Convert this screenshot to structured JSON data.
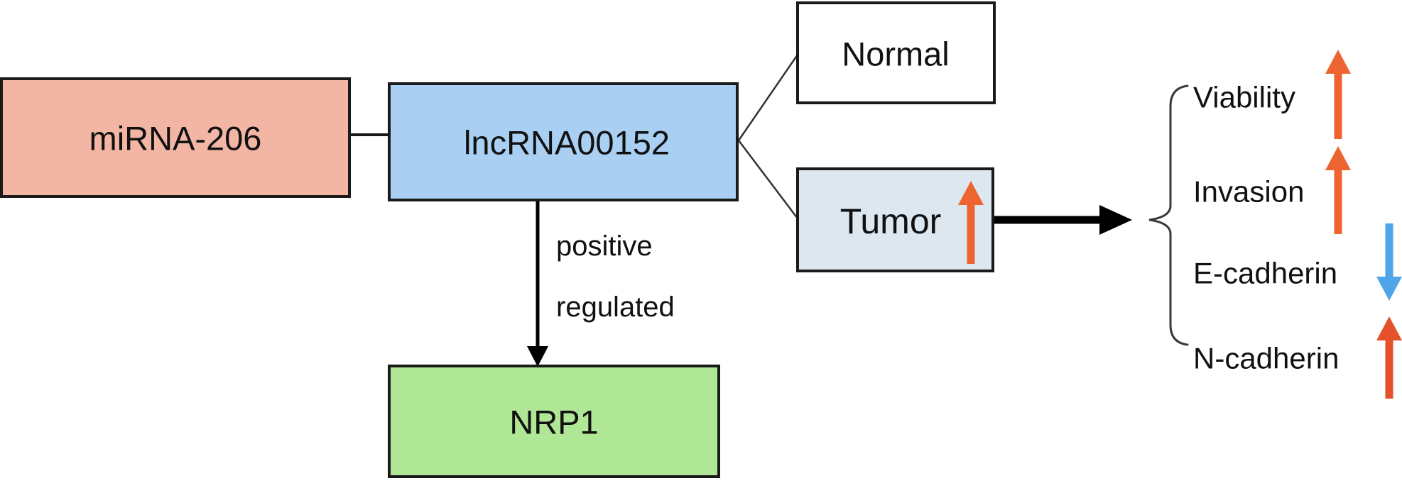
{
  "figure": {
    "title": "lncRNA00152 pathway diagram",
    "background_color": "#ffffff",
    "nodes": {
      "mirna": {
        "label": "miRNA-206",
        "fill": "#F4B6A4"
      },
      "lncrna": {
        "label": "lncRNA00152",
        "fill": "#A9CFF2"
      },
      "normal": {
        "label": "Normal",
        "fill": "#FFFFFF"
      },
      "tumor": {
        "label": "Tumor",
        "fill": "#DCE7EF",
        "trend": "up",
        "trend_arrow_color": "#EE6430"
      },
      "nrp1": {
        "label": "NRP1",
        "fill": "#B0E796"
      }
    },
    "edge_label": {
      "line1": "positive",
      "line2": "regulated"
    },
    "outcomes": [
      {
        "label": "Viability",
        "trend": "up",
        "arrow_color": "#EE6430"
      },
      {
        "label": "Invasion",
        "trend": "up",
        "arrow_color": "#EE6430"
      },
      {
        "label": "E-cadherin",
        "trend": "down",
        "arrow_color": "#50A5E9"
      },
      {
        "label": "N-cadherin",
        "trend": "up",
        "arrow_color": "#E4512B"
      }
    ]
  }
}
